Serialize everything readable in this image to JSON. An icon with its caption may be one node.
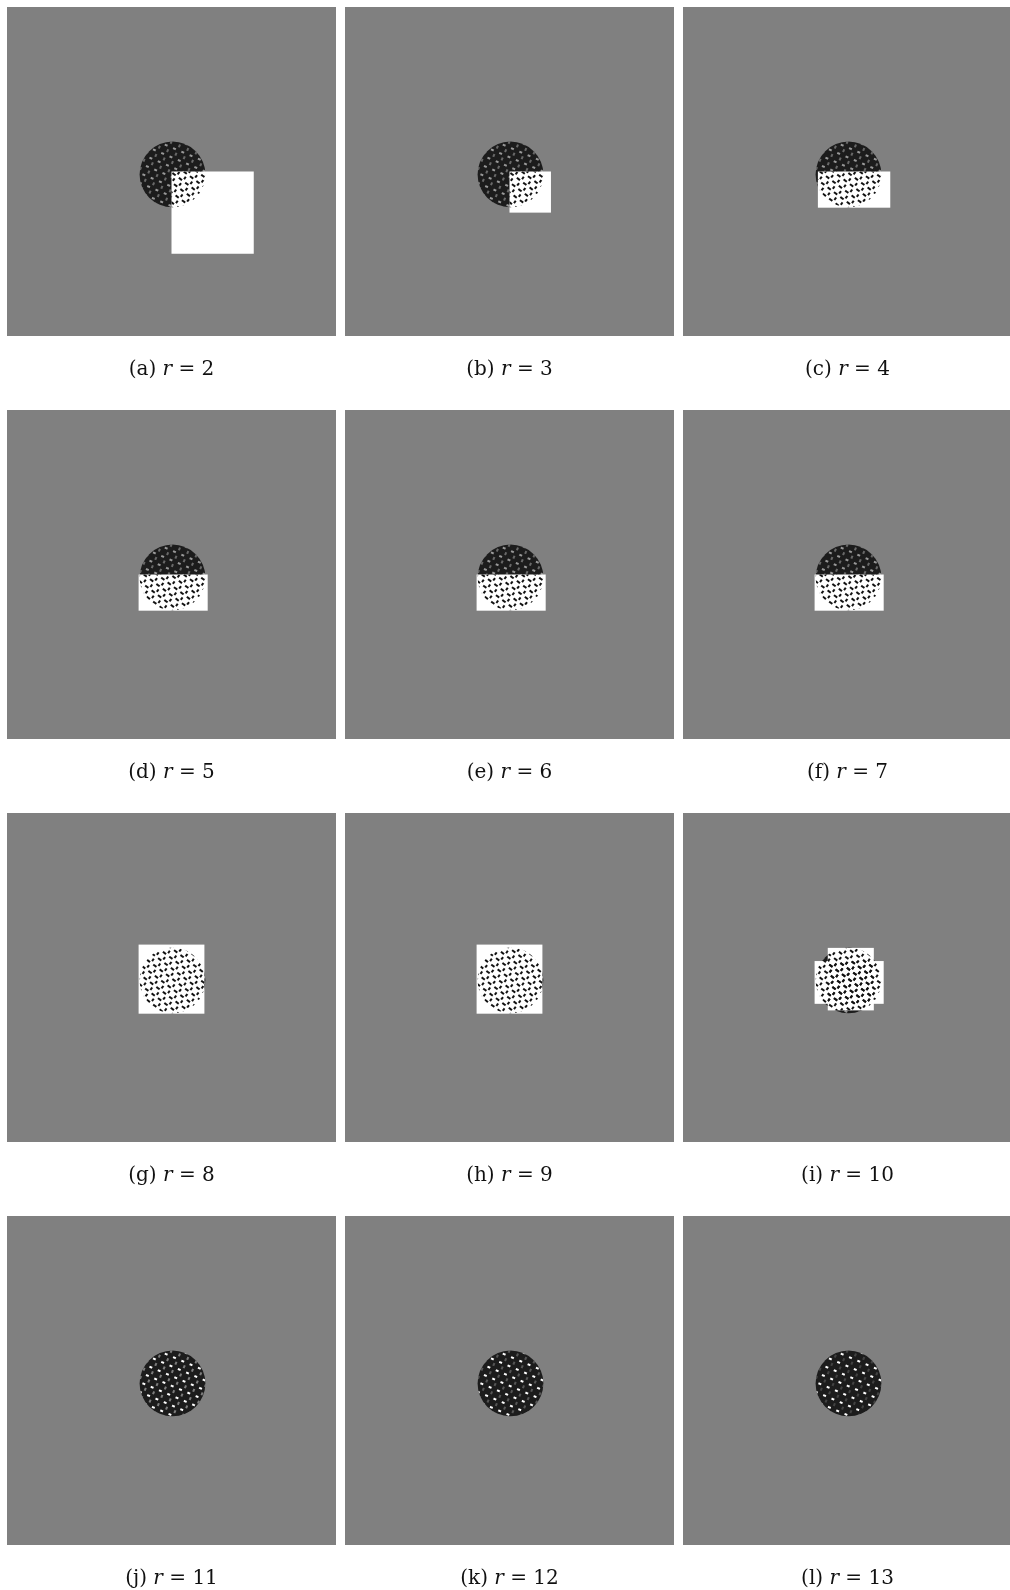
{
  "diagram": {
    "labels": [
      "(a) *r* = 2",
      "(b) *r* = 3",
      "(c) *r* = 4",
      "(d) *r* = 5",
      "(e) *r* = 6",
      "(f) *r* = 7",
      "(g) *r* = 8",
      "(h) *r* = 9",
      "(i) *r* = 10",
      "(j) *r* = 11",
      "(k) *r* = 12",
      "(l) *r* = 13"
    ]
  }
}
